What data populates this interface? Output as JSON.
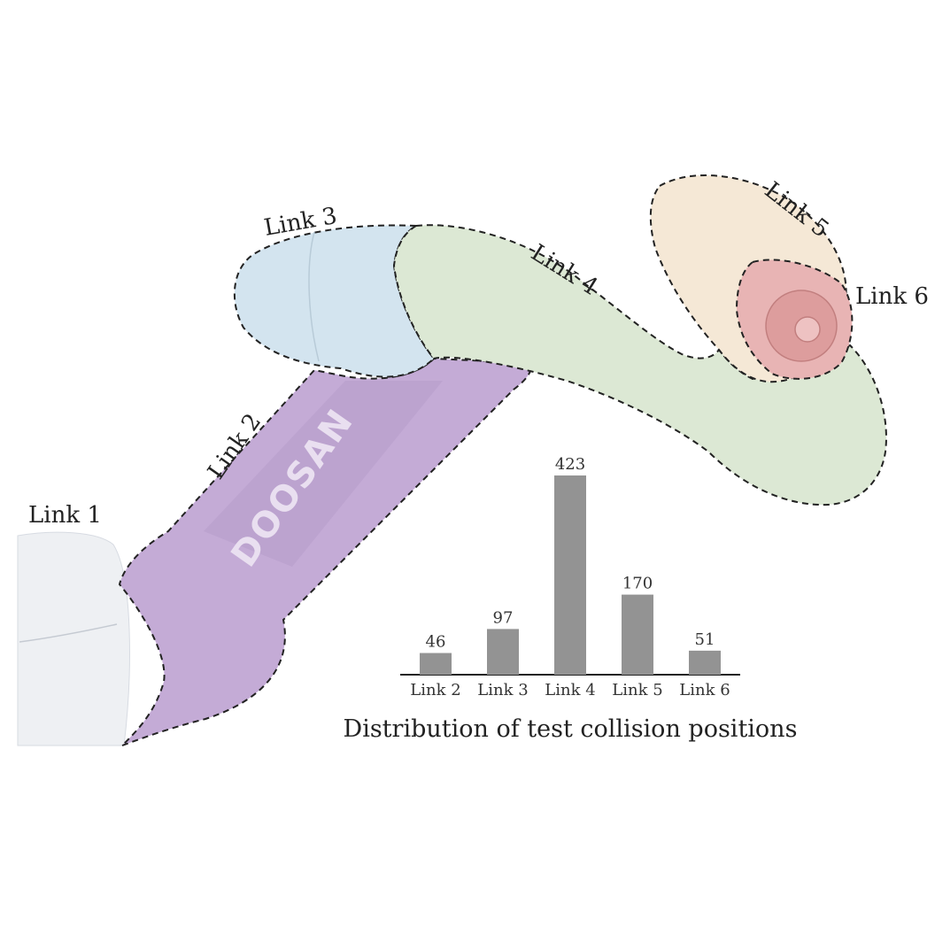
{
  "robot": {
    "brand_text": "DOOSAN",
    "links": [
      {
        "id": "link1",
        "label": "Link 1",
        "color": "#eef0f3"
      },
      {
        "id": "link2",
        "label": "Link 2",
        "color": "#c4abd6"
      },
      {
        "id": "link3",
        "label": "Link 3",
        "color": "#d3e4ef"
      },
      {
        "id": "link4",
        "label": "Link 4",
        "color": "#dce8d4"
      },
      {
        "id": "link5",
        "label": "Link 5",
        "color": "#f5e8d6"
      },
      {
        "id": "link6",
        "label": "Link 6",
        "color": "#e8b4b4"
      }
    ]
  },
  "chart_data": {
    "type": "bar",
    "title": "Distribution of test collision positions",
    "categories": [
      "Link 2",
      "Link 3",
      "Link 4",
      "Link 5",
      "Link 6"
    ],
    "values": [
      46,
      97,
      423,
      170,
      51
    ],
    "ylim": [
      0,
      423
    ],
    "bar_color": "#939393",
    "grid": false,
    "xlabel": "",
    "ylabel": ""
  }
}
